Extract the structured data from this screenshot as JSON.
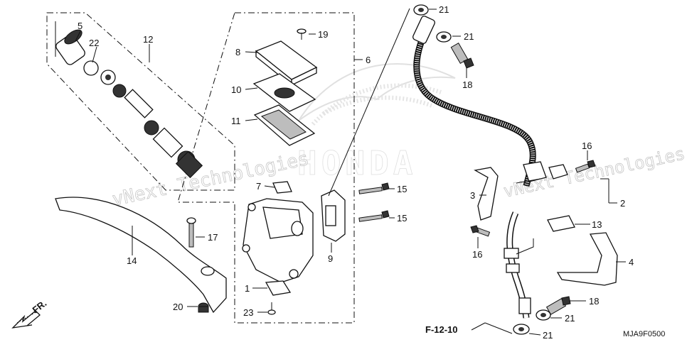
{
  "callouts": [
    {
      "id": "p5",
      "label": "5"
    },
    {
      "id": "p22",
      "label": "22"
    },
    {
      "id": "p12",
      "label": "12"
    },
    {
      "id": "p8",
      "label": "8"
    },
    {
      "id": "p19",
      "label": "19"
    },
    {
      "id": "p6",
      "label": "6"
    },
    {
      "id": "p10",
      "label": "10"
    },
    {
      "id": "p11",
      "label": "11"
    },
    {
      "id": "p7",
      "label": "7"
    },
    {
      "id": "p15a",
      "label": "15"
    },
    {
      "id": "p15b",
      "label": "15"
    },
    {
      "id": "p9",
      "label": "9"
    },
    {
      "id": "p17",
      "label": "17"
    },
    {
      "id": "p14",
      "label": "14"
    },
    {
      "id": "p1",
      "label": "1"
    },
    {
      "id": "p20",
      "label": "20"
    },
    {
      "id": "p23",
      "label": "23"
    },
    {
      "id": "p21a",
      "label": "21"
    },
    {
      "id": "p21b",
      "label": "21"
    },
    {
      "id": "p18a",
      "label": "18"
    },
    {
      "id": "p16a",
      "label": "16"
    },
    {
      "id": "p3",
      "label": "3"
    },
    {
      "id": "p2",
      "label": "2"
    },
    {
      "id": "p13",
      "label": "13"
    },
    {
      "id": "p16b",
      "label": "16"
    },
    {
      "id": "p4",
      "label": "4"
    },
    {
      "id": "p18b",
      "label": "18"
    },
    {
      "id": "p21c",
      "label": "21"
    },
    {
      "id": "p21d",
      "label": "21"
    }
  ],
  "reference": {
    "label": "F-12-10"
  },
  "front_arrow": {
    "label": "FR."
  },
  "diagram_code": "MJA9F0500",
  "watermarks": {
    "primary": "vNext Technologies",
    "brand": "HONDA"
  },
  "colors": {
    "ink": "#111111",
    "watermark": "#bfbfbf"
  }
}
